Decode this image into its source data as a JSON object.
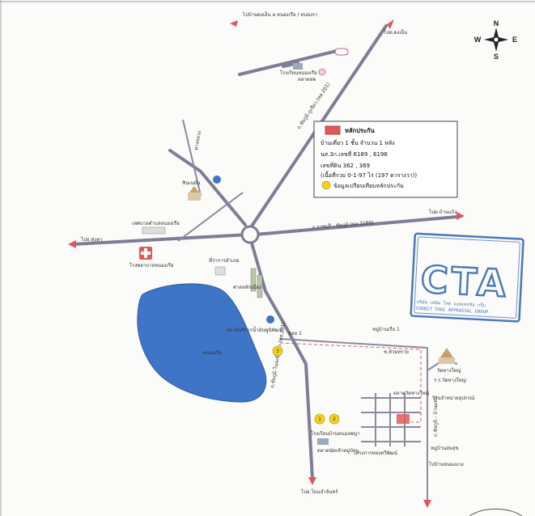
{
  "compass": {
    "n": "N",
    "s": "S",
    "e": "E",
    "w": "W"
  },
  "legend": {
    "title": "หลักประกัน",
    "line1": "บ้านเดี่ยว 1 ชั้น จำนวน 1 หลัง",
    "line2": "นส.3ก.เลขที่ 6189 , 6196",
    "line3": "เลขที่ดิน 362 , 369",
    "line4": "(เนื้อที่รวม 0-1-97 ไร่ (197 ตารางวา))",
    "line5": "ข้อมูลเปรียบเทียบหลักประกัน"
  },
  "roads": {
    "top_left": "ไปบ้านดงเย็น อ.หนองเรือ / หนองรา",
    "top_right": "ไปต.ดงเย็น",
    "road_north": "ถ.ชัยภูมิ-ภูเขียว (ทล.201)",
    "main_ew": "ถ.ราชบุรี - ชัยภูมิ (ทล.2180)",
    "to_east": "ไปต.บ้านแก้ง",
    "to_west": "ไปอ.ทุ่งคา",
    "road_south": "ถ.ชัยภูมิ-โนนเข้าแก้ว (ทล.201)",
    "south_exit": "ไปอ.โนนจำจันทร์",
    "soi1": "ซอย 1",
    "north_small": "ทางหลวง"
  },
  "places": {
    "school": "โรงเรียนหนองเรือ",
    "market": "ตลาดสด",
    "temple1": "ซินเนมัน",
    "municipality": "เทศบาลตำบลหนองเรือ",
    "hospital": "โรงพยาบาลหนองเรือ",
    "district": "ที่ว่าการอำเภอ",
    "lake_area": "ศาลหลักเมือง",
    "lake": "หนองเรือ",
    "gas": "สถานีบริการน้ำมันพูนิพัฒน์",
    "temple_r1": "วัดหางใหญ่",
    "temple_r2": "ร.ร.วัดหางใหญ่",
    "market_r": "ตลาดวัดหางใหญ่",
    "store_r": "ร้านจำหน่ายอุปกรณ์",
    "village": "หมู่บ้านสมสุข",
    "village_r": "หมู่บ้านเรือ 1",
    "school2": "โรงเรียนบ้านหนองพญา",
    "market2": "ตลาดนัดเช้าหมู่บ้าน",
    "dormitory": "โครงการทองทวีพัฒน์",
    "south_right": "ไปบ้านหนองแวง",
    "street_right": "ถ.ชัยภูมิ - บ้านแท่น",
    "west_label": "ซ.ห้วยทราย"
  },
  "markers": {
    "m1": "1",
    "m2": "2",
    "m3": "3"
  },
  "cta": {
    "big": "CTA",
    "line1": "บริษัท เชนิด ไทย แอพเพรซัล กรุ๊ป",
    "line2": "CHANIT THAI APPRAISAL GROUP"
  },
  "colors": {
    "lake": "#3f75c7",
    "road": "#7d7d95",
    "arrow": "#e0555f",
    "collateral": "#e05a5a",
    "marker": "#f3d21c",
    "stamp": "#4a78b8"
  }
}
